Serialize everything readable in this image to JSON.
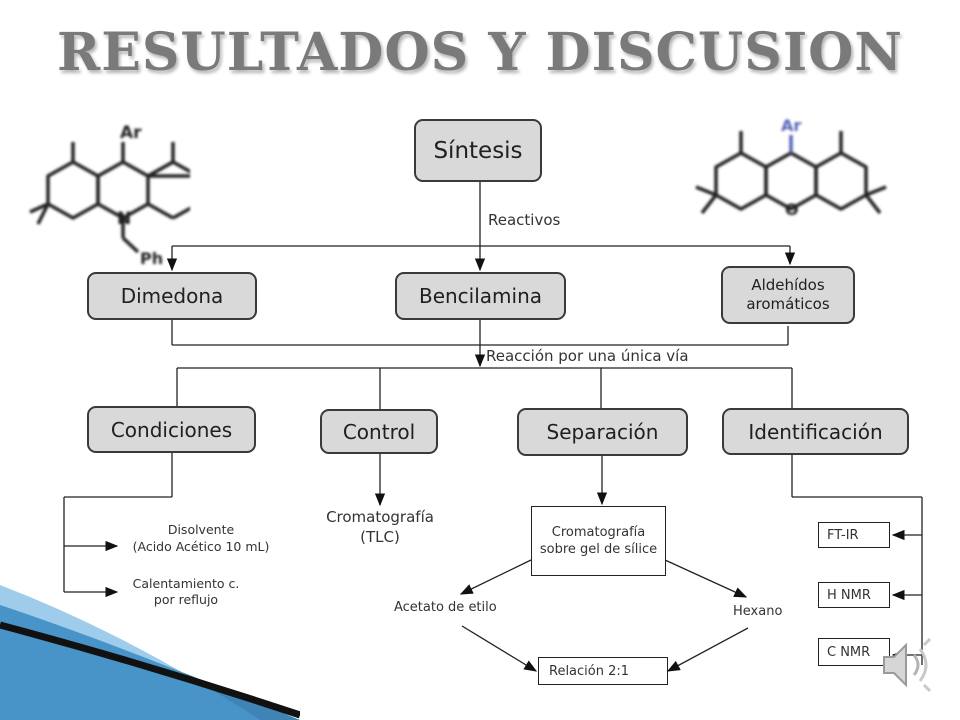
{
  "title": "RESULTADOS Y DISCUSION",
  "nodes": {
    "sintesis": "Síntesis",
    "dimedona": "Dimedona",
    "bencilamina": "Bencilamina",
    "aldehidos": "Aldehídos aromáticos",
    "condiciones": "Condiciones",
    "control": "Control",
    "separacion": "Separación",
    "identificacion": "Identificación",
    "cromatografia_gel": "Cromatografía sobre gel de sílice",
    "relacion": "Relación 2:1",
    "ftir": "FT-IR",
    "hnmr": "H NMR",
    "cnmr": "C NMR"
  },
  "labels": {
    "reactivos": "Reactivos",
    "reaccion": "Reacción por una única vía",
    "disolvente": "Disolvente",
    "disolvente_detail": "(Acido Acético 10 mL)",
    "calentamiento": "Calentamiento c.",
    "calentamiento_detail": "por reflujo",
    "cromatografia_tlc": "Cromatografía",
    "tlc": "(TLC)",
    "acetato": "Acetato de etilo",
    "hexano": "Hexano"
  },
  "molecules": {
    "left": {
      "top_label": "Ar",
      "heteroatom": "N",
      "substituent": "Ph"
    },
    "right": {
      "top_label": "Ar",
      "heteroatom": "O"
    }
  },
  "colors": {
    "box_fill": "#d9d9d9",
    "title": "#7a7a7a",
    "accent_blue": "#1f6fa8"
  }
}
